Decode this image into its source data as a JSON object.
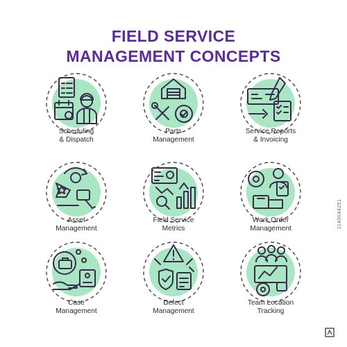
{
  "title_line1": "FIELD SERVICE",
  "title_line2": "MANAGEMENT CONCEPTS",
  "colors": {
    "title": "#5b2a9b",
    "mint": "#a8e6c4",
    "green": "#8bc34a",
    "yellow": "#f2e04b",
    "purple": "#7a3fb8",
    "outline": "#3a2a4a"
  },
  "concepts": [
    {
      "line1": "Scheduling",
      "line2": "& Dispatch",
      "icon": "calendar-worker-icon"
    },
    {
      "line1": "Parts",
      "line2": "Management",
      "icon": "warehouse-tools-icon"
    },
    {
      "line1": "Service Reports",
      "line2": "& Invoicing",
      "icon": "invoice-report-icon"
    },
    {
      "line1": "Asset",
      "line2": "Management",
      "icon": "asset-cycle-icon"
    },
    {
      "line1": "Field Service",
      "line2": "Metrics",
      "icon": "metrics-dashboard-icon"
    },
    {
      "line1": "Work Order",
      "line2": "Management",
      "icon": "work-order-icon"
    },
    {
      "line1": "Case",
      "line2": "Management",
      "icon": "case-briefcase-icon"
    },
    {
      "line1": "Defect",
      "line2": "Management",
      "icon": "defect-warning-icon"
    },
    {
      "line1": "Team Location",
      "line2": "Tracking",
      "icon": "team-location-icon"
    }
  ],
  "watermark": "1140044251"
}
